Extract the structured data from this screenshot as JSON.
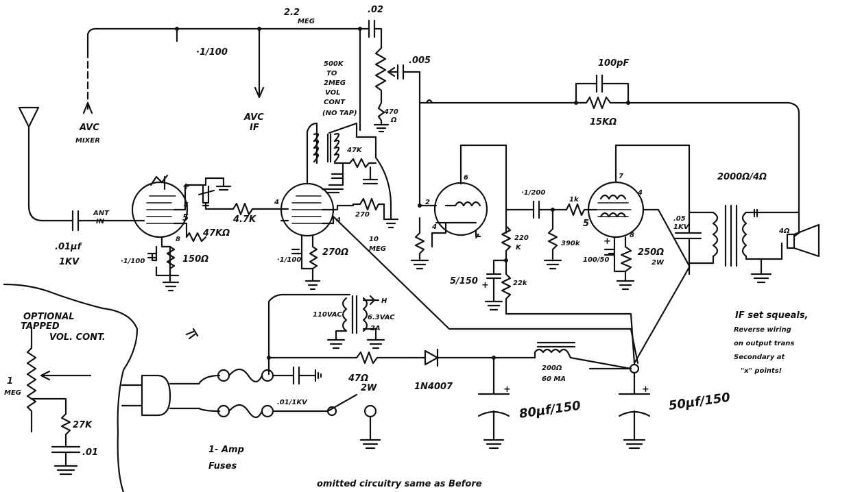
{
  "labels": {
    "c_avc_filter": "·1/100",
    "r_avc": "2.2",
    "r_avc_unit": "MEG",
    "c_coupling_02": ".02",
    "c_005": ".005",
    "vol_cont_1": "500K",
    "vol_cont_2": "TO",
    "vol_cont_3": "2MEG",
    "vol_cont_4": "VOL",
    "vol_cont_5": "CONT",
    "vol_cont_6": "(NO TAP)",
    "r_470": "470",
    "r_470_unit": "Ω",
    "c_100pf": "100pF",
    "r_15k": "15KΩ",
    "avc_mixer_1": "AVC",
    "avc_mixer_2": "MIXER",
    "avc_if_1": "AVC",
    "avc_if_2": "IF",
    "ant_in_1": "ANT",
    "ant_in_2": "IN",
    "c_ant_1": ".01μf",
    "c_ant_2": "1KV",
    "r_47k_coil": "47K",
    "r_4_7k": "4.7K",
    "r_47k_mixer": "47KΩ",
    "r_150": "150Ω",
    "c_mixer_cathode": "·1/100",
    "c_if_cathode": "·1/100",
    "r_270_if": "270Ω",
    "r_270_screen": "270",
    "r_10meg_1": "10",
    "r_10meg_2": "MEG",
    "c_1_200": "·1/200",
    "r_1k": "1k",
    "r_390k": "390k",
    "r_220k_1": "220",
    "r_220k_2": "K",
    "c_5_150": "5/150",
    "r_22k": "22k",
    "c_100_50": "100/50",
    "r_250": "250Ω",
    "r_250_w": "2W",
    "xfmr_out": "2000Ω/4Ω",
    "spk_4": "4Ω",
    "pin_6": "6",
    "pin_2": "2",
    "pin_4a": "4",
    "pin_7a": "7",
    "pin_7b": "7",
    "pin_4b": "4",
    "pin_5a": "5",
    "pin_8a": "8",
    "pin_4c": "4",
    "pin_5b": "5",
    "pin_8b": "8",
    "pin_4d": "4",
    "pin_4e": "4",
    "pin_h": "H",
    "c_05": ".05",
    "c_1kv": "1KV",
    "pt_1": "110VAC",
    "pt_2": "6.3VAC",
    "pt_3": "2A",
    "r_47_2w_1": "47Ω",
    "r_47_2w_2": "2W",
    "diode": "1N4007",
    "choke_1": "200Ω",
    "choke_2": "60 MA",
    "c_80_150": "80μf/150",
    "c_50_150": "50μf/150",
    "c_line": ".01/1KV",
    "fuses_1": "1- Amp",
    "fuses_2": "Fuses",
    "opt_1": "OPTIONAL",
    "opt_2": "TAPPED",
    "opt_3": "VOL. CONT.",
    "opt_meg_1": "1",
    "opt_meg_2": "MEG",
    "r_27k": "27K",
    "c_01": ".01",
    "note_1": "IF set squeals,",
    "note_2": "Reverse wiring",
    "note_3": "on output trans",
    "note_4": "Secondary at",
    "note_5": "\"x\" points!",
    "footer": "omitted circuitry same as Before",
    "plus_1": "+",
    "plus_2": "+",
    "plus_3": "+",
    "plus_4": "+",
    "plus_5": "+"
  }
}
